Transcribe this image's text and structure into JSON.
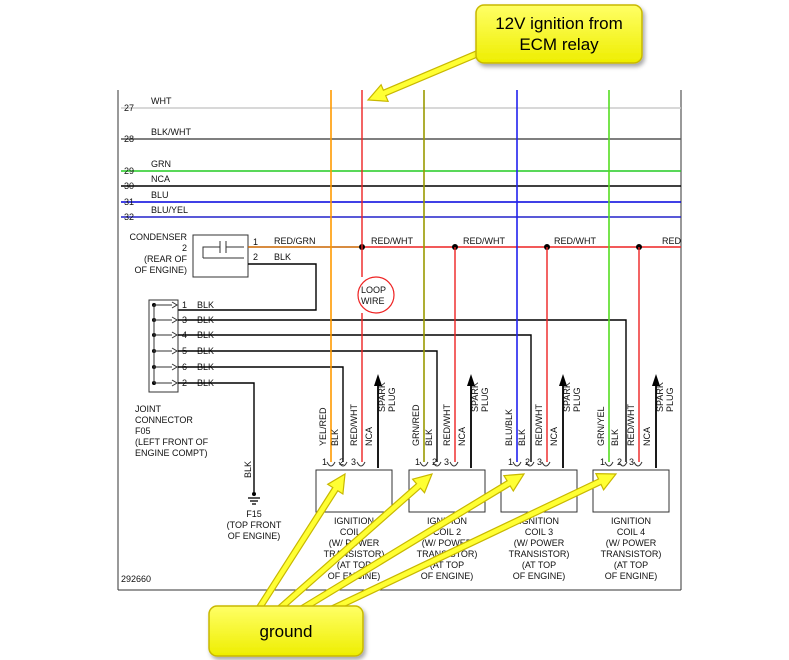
{
  "diagram": {
    "figure_id": "292660",
    "wire_rows": [
      {
        "num": "27",
        "label": "WHT",
        "color": "#cccccc"
      },
      {
        "num": "28",
        "label": "BLK/WHT",
        "color": "#555555"
      },
      {
        "num": "29",
        "label": "GRN",
        "color": "#22cc22"
      },
      {
        "num": "30",
        "label": "NCA",
        "color": "#000000"
      },
      {
        "num": "31",
        "label": "BLU",
        "color": "#0000dd"
      },
      {
        "num": "32",
        "label": "BLU/YEL",
        "color": "#2222cc"
      }
    ],
    "condenser": {
      "lines": [
        "CONDENSER",
        "2",
        "(REAR OF",
        "OF ENGINE)"
      ],
      "pin1": "1",
      "pin1_wire": "RED/GRN",
      "pin2": "2",
      "pin2_wire": "BLK"
    },
    "red_wht_labels": [
      "RED/WHT",
      "RED/WHT",
      "RED/WHT",
      "RED"
    ],
    "loop_wire": [
      "LOOP",
      "WIRE"
    ],
    "joint_connector": {
      "pins": [
        {
          "pin": "1",
          "wire": "BLK"
        },
        {
          "pin": "3",
          "wire": "BLK"
        },
        {
          "pin": "4",
          "wire": "BLK"
        },
        {
          "pin": "5",
          "wire": "BLK"
        },
        {
          "pin": "6",
          "wire": "BLK"
        },
        {
          "pin": "2",
          "wire": "BLK"
        }
      ],
      "lines": [
        "JOINT",
        "CONNECTOR",
        "F05",
        "(LEFT FRONT OF",
        "ENGINE COMPT)"
      ]
    },
    "ground": {
      "wire": "BLK",
      "lines": [
        "F15",
        "(TOP FRONT",
        "OF ENGINE)"
      ]
    },
    "coils": [
      {
        "wires": [
          "YEL/RED",
          "BLK",
          "RED/WHT"
        ],
        "spark": [
          "SPARK",
          "PLUG"
        ],
        "nca": "NCA",
        "pins": [
          "1",
          "2",
          "3"
        ],
        "lines": [
          "IGNITION",
          "COIL 1",
          "(W/ POWER",
          "TRANSISTOR)",
          "(AT TOP",
          "OF ENGINE)"
        ],
        "wire1_color": "#ff9900"
      },
      {
        "wires": [
          "GRN/RED",
          "BLK",
          "RED/WHT"
        ],
        "spark": [
          "SPARK",
          "PLUG"
        ],
        "nca": "NCA",
        "pins": [
          "1",
          "2",
          "3"
        ],
        "lines": [
          "IGNITION",
          "COIL 2",
          "(W/ POWER",
          "TRANSISTOR)",
          "(AT TOP",
          "OF ENGINE)"
        ],
        "wire1_color": "#999900"
      },
      {
        "wires": [
          "BLU/BLK",
          "BLK",
          "RED/WHT"
        ],
        "spark": [
          "SPARK",
          "PLUG"
        ],
        "nca": "NCA",
        "pins": [
          "1",
          "2",
          "3"
        ],
        "lines": [
          "IGNITION",
          "COIL 3",
          "(W/ POWER",
          "TRANSISTOR)",
          "(AT TOP",
          "OF ENGINE)"
        ],
        "wire1_color": "#2222ee"
      },
      {
        "wires": [
          "GRN/YEL",
          "BLK",
          "RED/WHT"
        ],
        "spark": [
          "SPARK",
          "PLUG"
        ],
        "nca": "NCA",
        "pins": [
          "1",
          "2",
          "3"
        ],
        "lines": [
          "IGNITION",
          "COIL 4",
          "(W/ POWER",
          "TRANSISTOR)",
          "(AT TOP",
          "OF ENGINE)"
        ],
        "wire1_color": "#55dd22"
      }
    ]
  },
  "callouts": {
    "ecm": {
      "lines": [
        "12V ignition from",
        "ECM relay"
      ]
    },
    "ground": {
      "text": "ground"
    }
  },
  "colors": {
    "callout_fill": "#ffff33",
    "callout_stroke": "#d4c400",
    "red_wire": "#ee2222"
  }
}
